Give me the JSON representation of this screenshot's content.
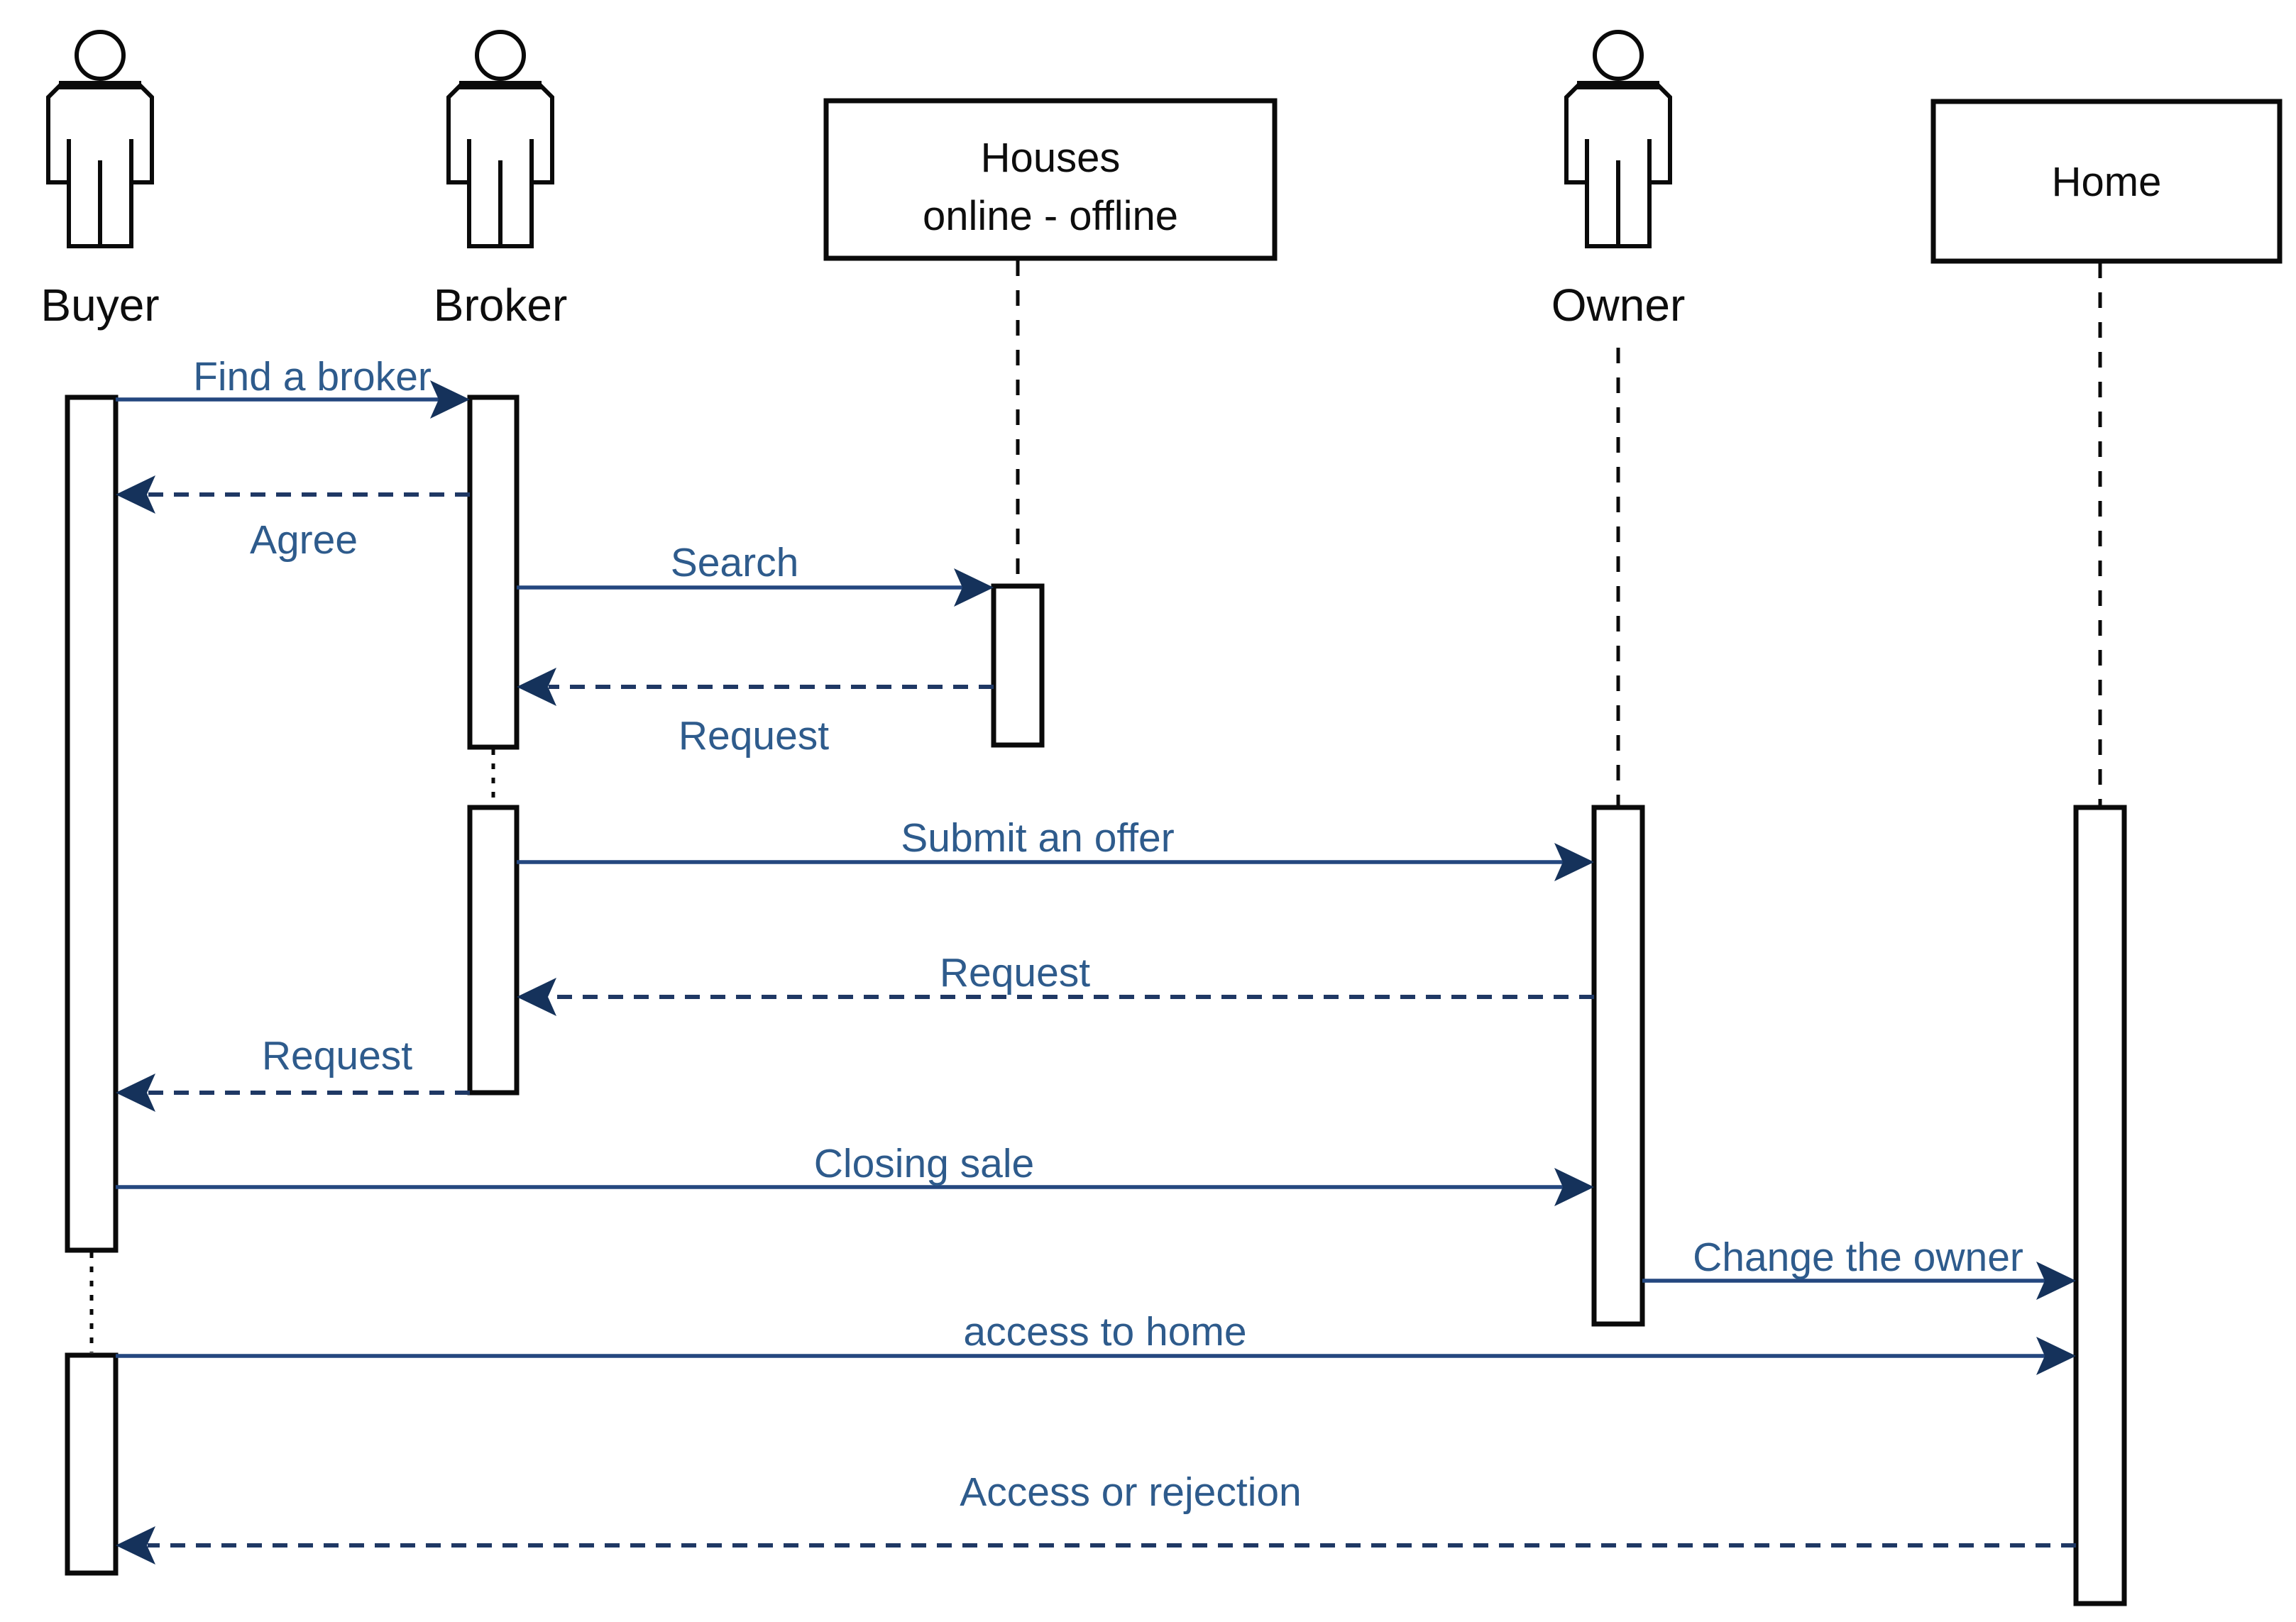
{
  "diagram": {
    "type": "uml-sequence-diagram",
    "colors": {
      "message_line_solid": "#24477F",
      "message_line_dashed": "#1F3864",
      "arrowhead": "#15325B",
      "message_text": "#2E5B8C",
      "shape_stroke": "#0a0a0a",
      "background": "#ffffff"
    },
    "participants": [
      {
        "id": "buyer",
        "kind": "actor",
        "label": "Buyer"
      },
      {
        "id": "broker",
        "kind": "actor",
        "label": "Broker"
      },
      {
        "id": "houses",
        "kind": "object",
        "line1": "Houses",
        "line2": "online - offline"
      },
      {
        "id": "owner",
        "kind": "actor",
        "label": "Owner"
      },
      {
        "id": "home",
        "kind": "object",
        "label": "Home"
      }
    ],
    "messages": [
      {
        "from": "Buyer",
        "to": "Broker",
        "style": "solid",
        "label": "Find a broker"
      },
      {
        "from": "Broker",
        "to": "Buyer",
        "style": "dashed",
        "label": "Agree"
      },
      {
        "from": "Broker",
        "to": "Houses online - offline",
        "style": "solid",
        "label": "Search"
      },
      {
        "from": "Houses online - offline",
        "to": "Broker",
        "style": "dashed",
        "label": "Request"
      },
      {
        "from": "Broker",
        "to": "Owner",
        "style": "solid",
        "label": "Submit an offer"
      },
      {
        "from": "Owner",
        "to": "Broker",
        "style": "dashed",
        "label": "Request"
      },
      {
        "from": "Broker",
        "to": "Buyer",
        "style": "dashed",
        "label": "Request"
      },
      {
        "from": "Buyer",
        "to": "Owner",
        "style": "solid",
        "label": "Closing sale"
      },
      {
        "from": "Owner",
        "to": "Home",
        "style": "solid",
        "label": "Change the owner"
      },
      {
        "from": "Buyer",
        "to": "Home",
        "style": "solid",
        "label": "access to home"
      },
      {
        "from": "Home",
        "to": "Buyer",
        "style": "dashed",
        "label": "Access or rejection"
      }
    ]
  }
}
